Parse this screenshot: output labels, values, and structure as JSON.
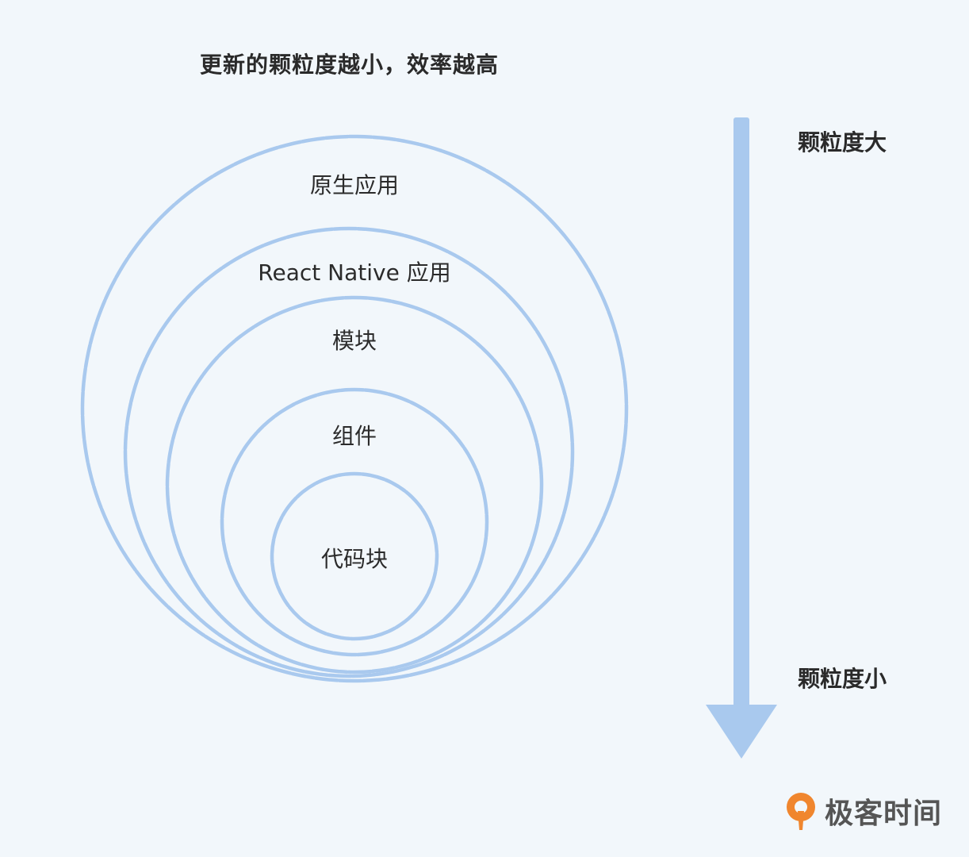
{
  "title": "更新的颗粒度越小，效率越高",
  "rings": [
    {
      "label": "原生应用"
    },
    {
      "label": "React Native 应用"
    },
    {
      "label": "模块"
    },
    {
      "label": "组件"
    },
    {
      "label": "代码块"
    }
  ],
  "scale": {
    "top_label": "颗粒度大",
    "bottom_label": "颗粒度小"
  },
  "logo": {
    "text": "极客时间",
    "mark_color": "#f0862e"
  },
  "colors": {
    "background": "#f2f7fb",
    "ring_stroke": "#a9c9ee",
    "text": "#2b2b2b"
  }
}
